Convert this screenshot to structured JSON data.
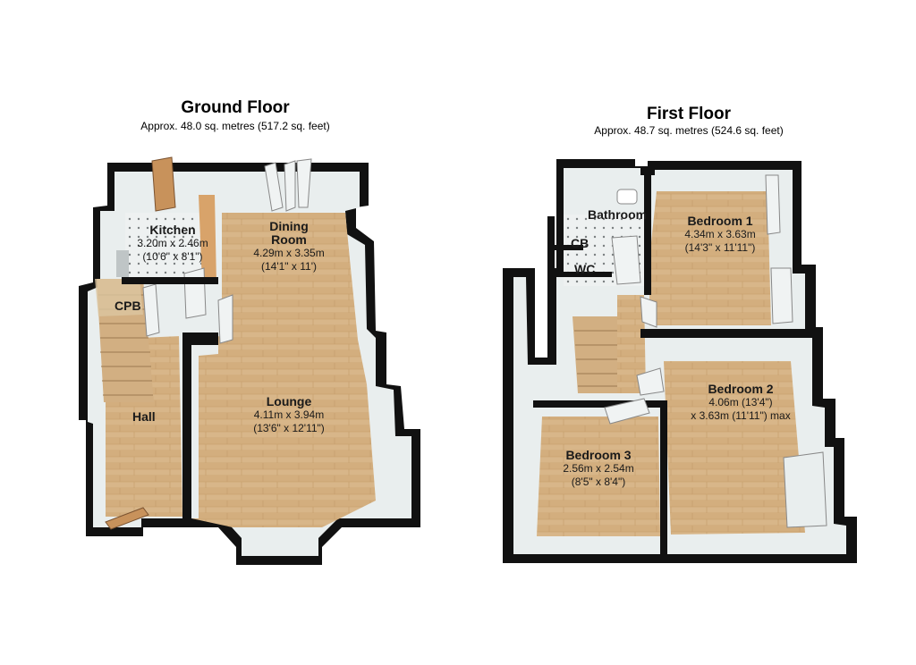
{
  "ground_floor": {
    "title": "Ground Floor",
    "area": "Approx.  48.0 sq. metres (517.2 sq. feet)",
    "rooms": {
      "kitchen": {
        "name": "Kitchen",
        "dim_m": "3.20m x 2.46m",
        "dim_ft": "(10'6\" x 8'1\")"
      },
      "dining": {
        "name": "Dining",
        "name2": "Room",
        "dim_m": "4.29m x 3.35m",
        "dim_ft": "(14'1\" x 11')"
      },
      "cpb": {
        "name": "CPB"
      },
      "lounge": {
        "name": "Lounge",
        "dim_m": "4.11m x 3.94m",
        "dim_ft": "(13'6\" x 12'11\")"
      },
      "hall": {
        "name": "Hall"
      }
    }
  },
  "first_floor": {
    "title": "First Floor",
    "area": "Approx.  48.7 sq. metres (524.6 sq. feet)",
    "rooms": {
      "bathroom": {
        "name": "Bathroom"
      },
      "cb": {
        "name": "CB"
      },
      "wc": {
        "name": "WC"
      },
      "bedroom1": {
        "name": "Bedroom 1",
        "dim_m": "4.34m x 3.63m",
        "dim_ft": "(14'3\" x 11'11\")"
      },
      "bedroom2": {
        "name": "Bedroom 2",
        "dim_m": "4.06m (13'4\")",
        "dim_ft": "x 3.63m (11'11\") max"
      },
      "bedroom3": {
        "name": "Bedroom 3",
        "dim_m": "2.56m x 2.54m",
        "dim_ft": "(8'5\" x 8'4\")"
      }
    }
  },
  "colors": {
    "wall": "#111111",
    "floor": "#d9b78a",
    "wall_inner": "#e9eeee",
    "tile": "#e8ecec"
  }
}
